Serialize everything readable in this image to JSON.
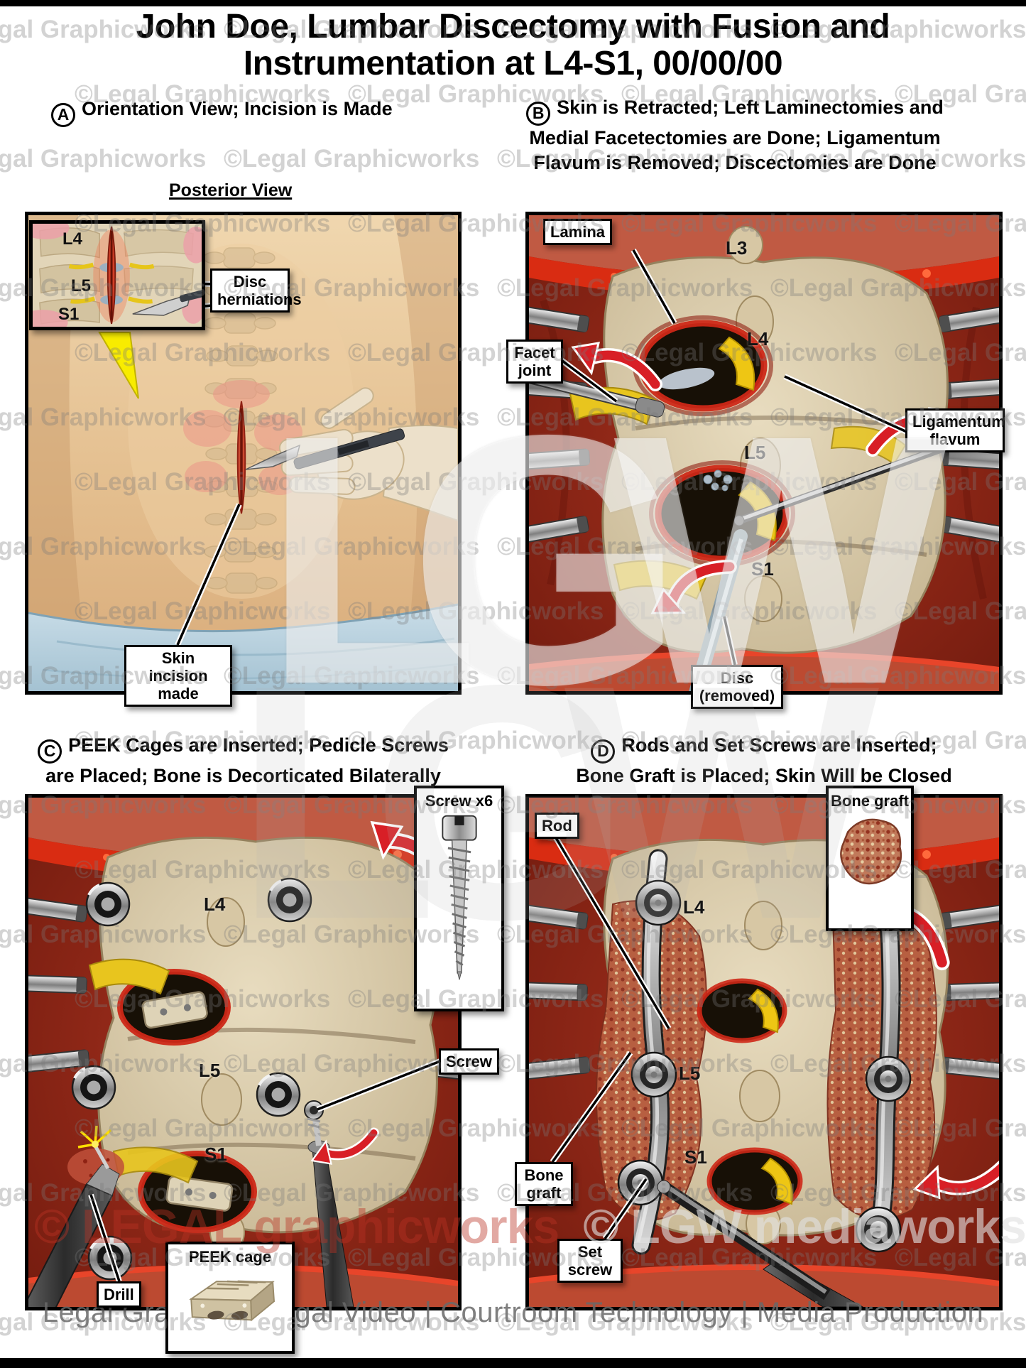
{
  "title": {
    "line1": "John Doe, Lumbar Discectomy with Fusion and",
    "line2": "Instrumentation at L4-S1, 00/00/00"
  },
  "watermarks": {
    "tile": "©Legal Graphicworks",
    "center_monogram": "LGW",
    "bottom_copy_left": "© LEGAL graphicworks",
    "bottom_copy_right": "© LGW mediaworks"
  },
  "footer": {
    "text": "Legal Graphics | Legal Video | Courtroom Technology | Media Production"
  },
  "panels": {
    "a": {
      "letter": "A",
      "heading": "Orientation View; Incision is Made",
      "view_title": "Posterior View",
      "inset": {
        "l4": "L4",
        "l5": "L5",
        "s1": "S1"
      },
      "labels": {
        "disc_herniations": "Disc herniations",
        "skin_incision_made": "Skin incision made"
      }
    },
    "b": {
      "letter": "B",
      "heading_line1": "Skin is Retracted; Left Laminectomies and",
      "heading_line2": "Medial Facetectomies are Done; Ligamentum",
      "heading_line3": "Flavum is Removed; Discectomies are Done",
      "vertebrae": {
        "l3": "L3",
        "l4": "L4",
        "l5": "L5",
        "s1": "S1"
      },
      "labels": {
        "lamina": "Lamina",
        "facet_joint": "Facet joint",
        "ligamentum_flavum": "Ligamentum flavum",
        "disc_removed": "Disc (removed)"
      }
    },
    "c": {
      "letter": "C",
      "heading_line1": "PEEK Cages are Inserted; Pedicle Screws",
      "heading_line2": "are Placed; Bone is Decorticated Bilaterally",
      "vertebrae": {
        "l4": "L4",
        "l5": "L5",
        "s1": "S1"
      },
      "labels": {
        "screw_x6": "Screw x6",
        "screw": "Screw",
        "peek_cage": "PEEK cage",
        "drill": "Drill"
      }
    },
    "d": {
      "letter": "D",
      "heading_line1": "Rods and Set Screws are Inserted;",
      "heading_line2": "Bone Graft is Placed; Skin Will be Closed",
      "vertebrae": {
        "l4": "L4",
        "l5": "L5",
        "s1": "S1"
      },
      "labels": {
        "rod": "Rod",
        "bone_graft_top": "Bone graft",
        "bone_graft_bottom": "Bone graft",
        "set_screw": "Set screw"
      }
    }
  }
}
